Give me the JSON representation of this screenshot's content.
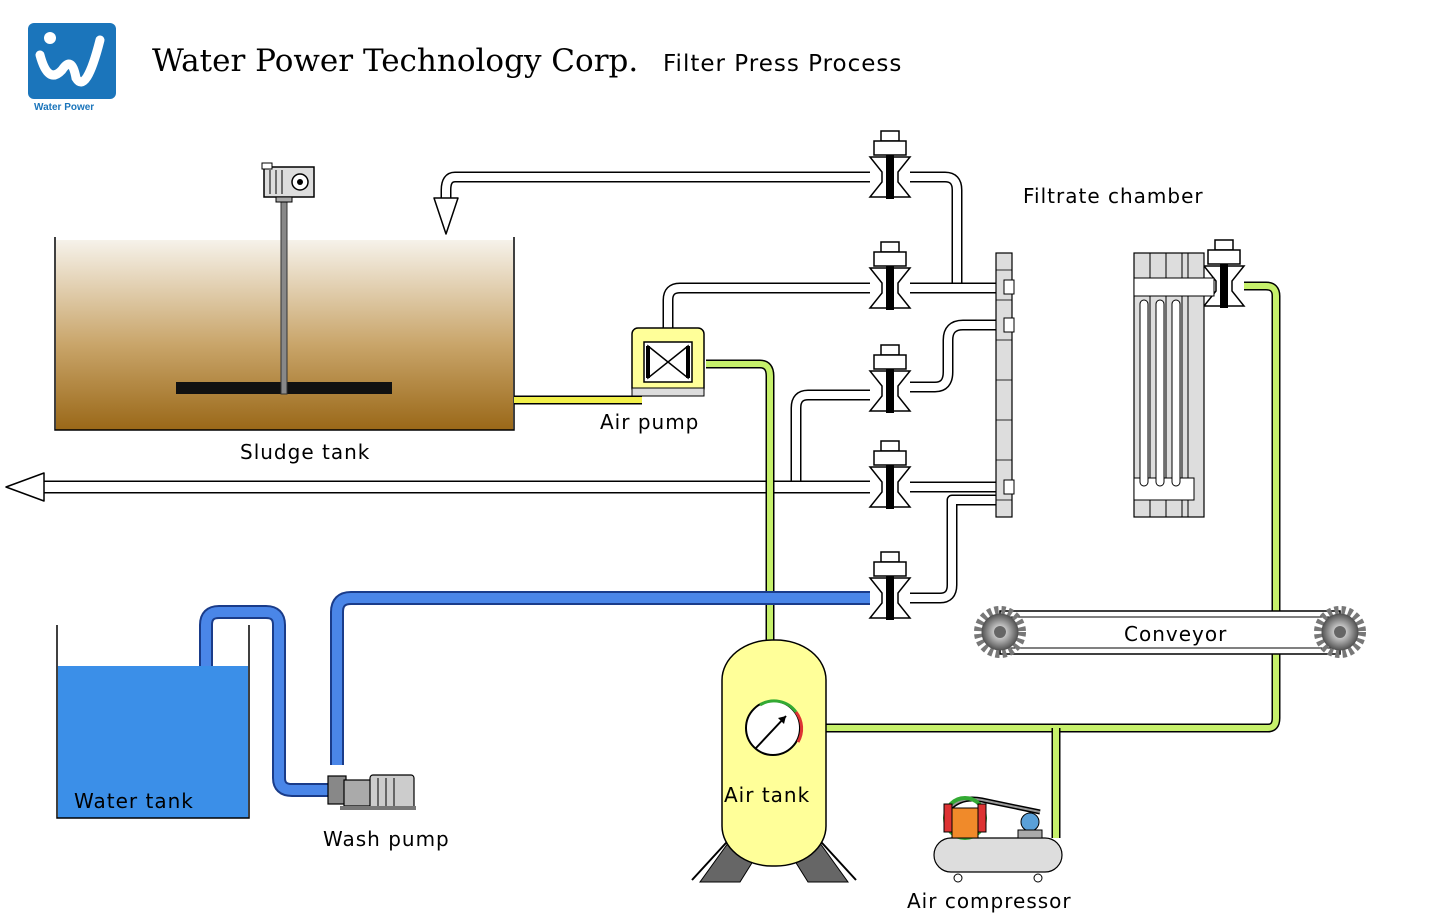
{
  "header": {
    "logo_text": "Water Power",
    "company": "Water Power Technology Corp.",
    "process_title": "Filter Press Process"
  },
  "labels": {
    "sludge_tank": "Sludge tank",
    "air_pump": "Air pump",
    "filtrate_chamber": "Filtrate chamber",
    "conveyor": "Conveyor",
    "water_tank": "Water tank",
    "wash_pump": "Wash pump",
    "air_tank": "Air tank",
    "air_compressor": "Air compressor"
  },
  "colors": {
    "sludge_top": "#f4efe6",
    "sludge_bottom": "#9a6a1a",
    "sludge_line": "#f2f04a",
    "air_line": "#c6f06b",
    "water": "#3b8fe8",
    "water_line": "#4a86e8",
    "air_tank": "#ffff99",
    "logo_blue": "#1b75bb"
  }
}
